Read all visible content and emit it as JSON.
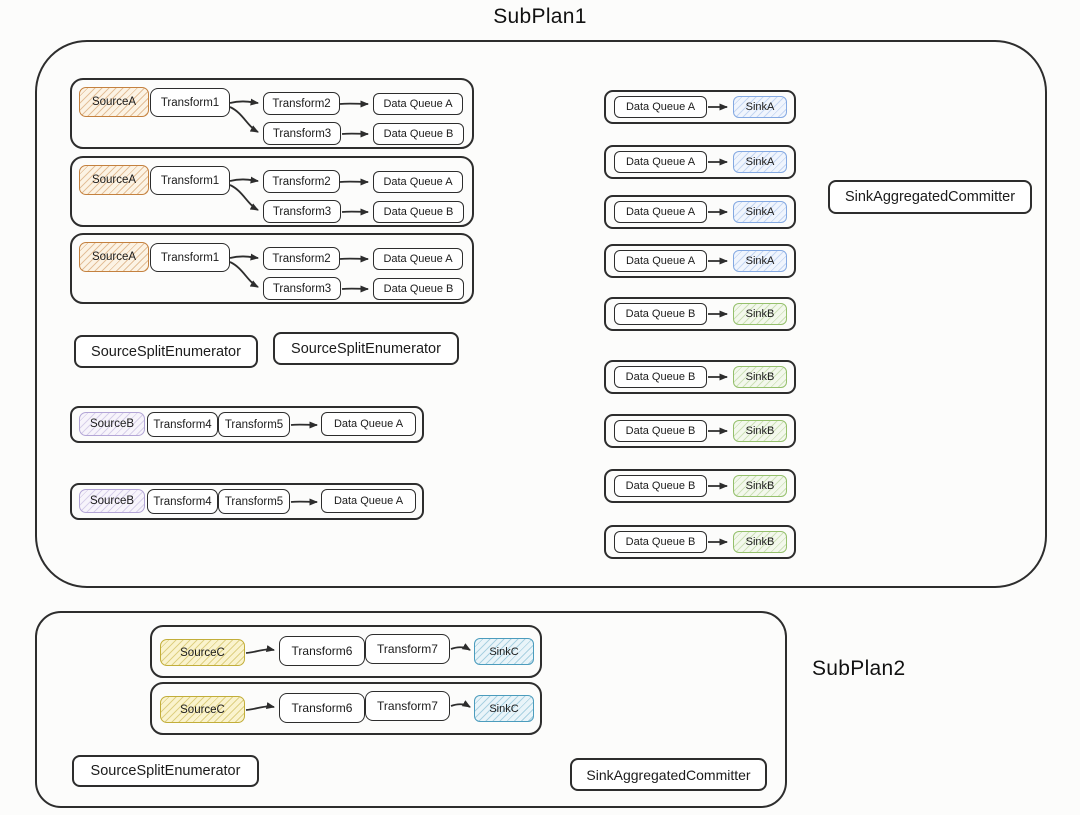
{
  "colors": {
    "bg": "#fcfcfb",
    "line": "#2d2d2d",
    "text": "#1b1b1b",
    "srcA-border": "#c4813f",
    "srcA-fill": "#fcf3e4",
    "srcA-hatch": "rgba(196,129,63,0.45)",
    "srcB-border": "#b3a5d6",
    "srcB-fill": "#f7f4fb",
    "srcB-hatch": "rgba(179,165,214,0.45)",
    "srcC-border": "#c2ae3a",
    "srcC-fill": "#faf3cd",
    "srcC-hatch": "rgba(194,174,58,0.5)",
    "sinkA-border": "#84a9e2",
    "sinkA-fill": "#f0f5fd",
    "sinkA-hatch": "rgba(132,169,226,0.4)",
    "sinkB-border": "#95c06c",
    "sinkB-fill": "#f3f8ec",
    "sinkB-hatch": "rgba(149,192,108,0.4)",
    "sinkC-border": "#4b9cbd",
    "sinkC-fill": "#e9f4f9",
    "sinkC-hatch": "rgba(75,156,189,0.4)"
  },
  "titles": {
    "subplan1": "SubPlan1",
    "subplan2": "SubPlan2"
  },
  "subplan1": {
    "source_a_groups": [
      {
        "source": "SourceA",
        "transform": "Transform1",
        "branch_top": {
          "transform": "Transform2",
          "queue": "Data Queue A"
        },
        "branch_bottom": {
          "transform": "Transform3",
          "queue": "Data Queue B"
        }
      },
      {
        "source": "SourceA",
        "transform": "Transform1",
        "branch_top": {
          "transform": "Transform2",
          "queue": "Data Queue A"
        },
        "branch_bottom": {
          "transform": "Transform3",
          "queue": "Data Queue B"
        }
      },
      {
        "source": "SourceA",
        "transform": "Transform1",
        "branch_top": {
          "transform": "Transform2",
          "queue": "Data Queue A"
        },
        "branch_bottom": {
          "transform": "Transform3",
          "queue": "Data Queue B"
        }
      }
    ],
    "enumerators": [
      {
        "label": "SourceSplitEnumerator"
      },
      {
        "label": "SourceSplitEnumerator"
      }
    ],
    "source_b_pipelines": [
      {
        "source": "SourceB",
        "transform1": "Transform4",
        "transform2": "Transform5",
        "queue": "Data Queue A"
      },
      {
        "source": "SourceB",
        "transform1": "Transform4",
        "transform2": "Transform5",
        "queue": "Data Queue A"
      }
    ],
    "queue_sink_rows": [
      {
        "queue": "Data Queue A",
        "sink": "SinkA"
      },
      {
        "queue": "Data Queue A",
        "sink": "SinkA"
      },
      {
        "queue": "Data Queue A",
        "sink": "SinkA"
      },
      {
        "queue": "Data Queue A",
        "sink": "SinkA"
      },
      {
        "queue": "Data Queue B",
        "sink": "SinkB"
      },
      {
        "queue": "Data Queue B",
        "sink": "SinkB"
      },
      {
        "queue": "Data Queue B",
        "sink": "SinkB"
      },
      {
        "queue": "Data Queue B",
        "sink": "SinkB"
      },
      {
        "queue": "Data Queue B",
        "sink": "SinkB"
      }
    ],
    "committer": "SinkAggregatedCommitter"
  },
  "subplan2": {
    "pipelines": [
      {
        "source": "SourceC",
        "transform1": "Transform6",
        "transform2": "Transform7",
        "sink": "SinkC"
      },
      {
        "source": "SourceC",
        "transform1": "Transform6",
        "transform2": "Transform7",
        "sink": "SinkC"
      }
    ],
    "enumerator": "SourceSplitEnumerator",
    "committer": "SinkAggregatedCommitter"
  }
}
